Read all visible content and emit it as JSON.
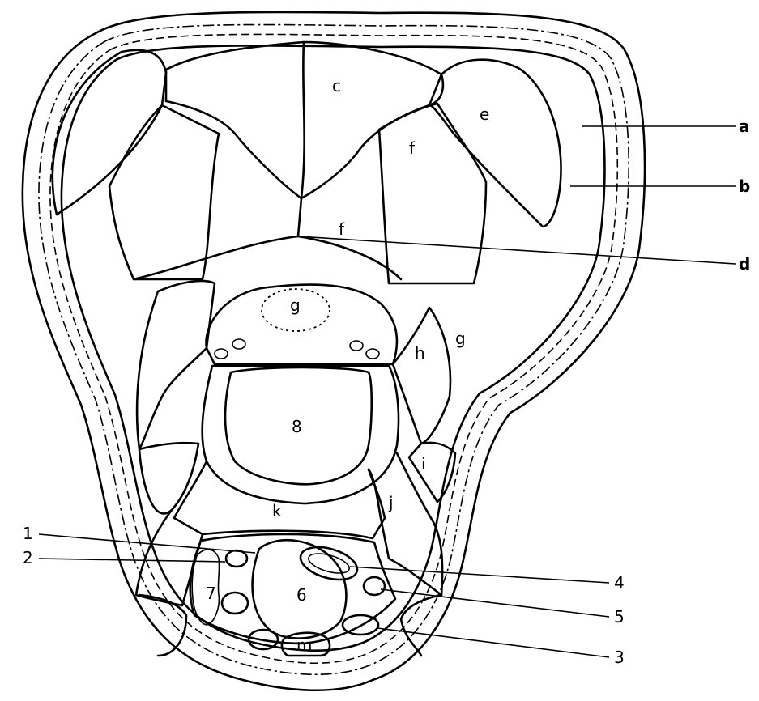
{
  "diagram": {
    "letters": {
      "a": "a",
      "b": "b",
      "c": "c",
      "d": "d",
      "e": "e",
      "f_upper": "f",
      "f_lower": "f",
      "g_center": "g",
      "g_right": "g",
      "h": "h",
      "i": "i",
      "j": "j",
      "k": "k",
      "m": "m",
      "n8": "8",
      "n6": "6",
      "n7": "7"
    },
    "callouts": {
      "c1": "1",
      "c2": "2",
      "c3": "3",
      "c4": "4",
      "c5": "5"
    }
  }
}
